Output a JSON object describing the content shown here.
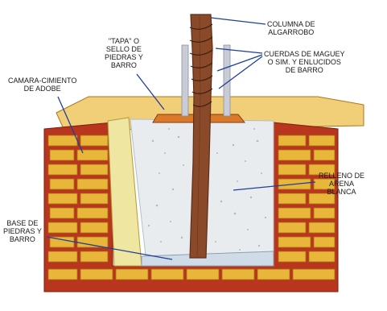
{
  "labels": {
    "column": [
      "COLUMNA DE",
      "ALGARROBO"
    ],
    "cap": [
      "\"TAPA\" O",
      "SELLO DE",
      "PIEDRAS Y",
      "BARRO"
    ],
    "ropes": [
      "CUERDAS DE MAGUEY",
      "O SIM. Y ENLUCIDOS",
      "DE BARRO"
    ],
    "chamber": [
      "CAMARA-CIMIENTO",
      "DE ADOBE"
    ],
    "fill": [
      "RELLENO DE",
      "ARENA",
      "BLANCA"
    ],
    "base": [
      "BASE DE",
      "PIEDRAS Y",
      "BARRO"
    ]
  },
  "colors": {
    "brick": "#e8b73a",
    "brick_dark": "#c98f1c",
    "mortar": "#b8361e",
    "sand": "#e9ecef",
    "sand_speckle": "#7f93a6",
    "post": "#8a4a2a",
    "post_dark": "#5e2d18",
    "slab": "#f1ce78",
    "leader": "#1f3f9a",
    "pipe": "#c9ccd6"
  }
}
